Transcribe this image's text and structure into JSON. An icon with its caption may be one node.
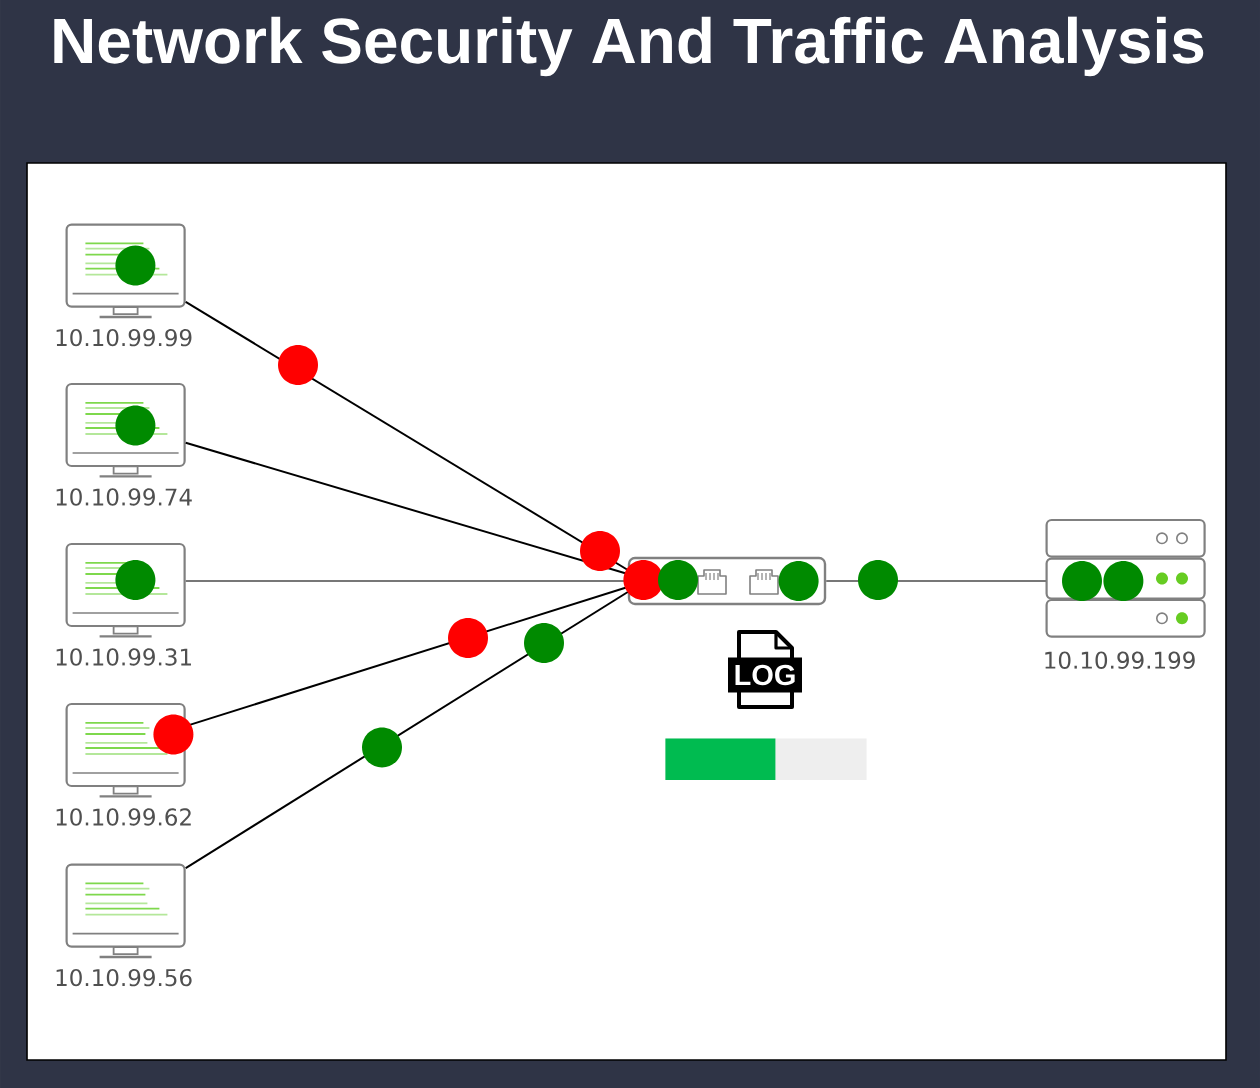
{
  "diagram": {
    "title": "Network Security And Traffic Analysis",
    "nodes": [
      {
        "text": [
          "10.10.99.99"
        ]
      },
      {
        "text": [
          "10.10.99.74"
        ]
      },
      {
        "text": [
          "10.10.99.31"
        ]
      },
      {
        "text": [
          "10.10.99.62"
        ]
      },
      {
        "text": [
          "10.10.99.56"
        ]
      },
      {
        "text": [],
        "shape": "box"
      },
      {
        "text": [
          "10.10.99.199"
        ]
      }
    ],
    "edges": [
      {
        "from": 0,
        "to": 5,
        "arrow": "none"
      },
      {
        "from": 1,
        "to": 5,
        "arrow": "none"
      },
      {
        "from": 2,
        "to": 5,
        "arrow": "none",
        "color": "#777777"
      },
      {
        "from": 3,
        "to": 5,
        "arrow": "none"
      },
      {
        "from": 4,
        "to": 5,
        "arrow": "none"
      },
      {
        "from": 5,
        "to": 6,
        "arrow": "none",
        "color": "#777777"
      }
    ],
    "labels": [
      "LOG"
    ]
  }
}
